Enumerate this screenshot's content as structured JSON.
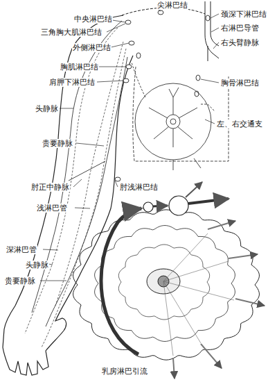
{
  "diagram": {
    "labels": [
      "尖淋巴结",
      "中央淋巴结",
      "颈深下淋巴结",
      "三角胸大肌淋巴结",
      "右淋巴导管",
      "外侧淋巴结",
      "右头臂静脉",
      "胸肌淋巴结",
      "肩胛下淋巴结",
      "胸骨淋巴结",
      "头静脉",
      "左、右交通支",
      "贵要静脉",
      "肘正中静脉",
      "肘浅淋巴结",
      "浅淋巴管",
      "深淋巴管",
      "头静脉",
      "贵要静脉",
      "乳房淋巴引流"
    ]
  }
}
